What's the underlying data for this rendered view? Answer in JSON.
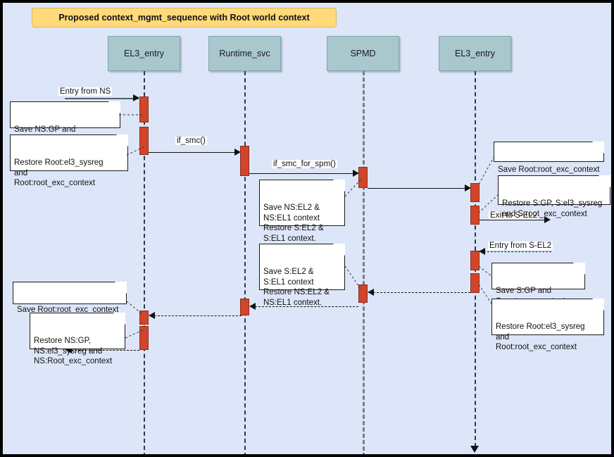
{
  "title": "Proposed context_mgmt_sequence with Root world context",
  "participants": [
    {
      "name": "EL3_entry",
      "key": "el3-entry-left"
    },
    {
      "name": "Runtime_svc",
      "key": "runtime-svc"
    },
    {
      "name": "SPMD",
      "key": "spmd"
    },
    {
      "name": "EL3_entry",
      "key": "el3-entry-right"
    }
  ],
  "messages": [
    {
      "label": "Entry from NS"
    },
    {
      "label": "if_smc()"
    },
    {
      "label": "if_smc_for_spm()"
    },
    {
      "label": "Exit to S-EL2"
    },
    {
      "label": "Entry from S-EL2"
    }
  ],
  "notes": [
    {
      "id": "note-save-ns-gp",
      "text": "Save NS:GP and\nNS:Root_exc_context"
    },
    {
      "id": "note-restore-root-el3sysreg",
      "text": "Restore Root:el3_sysreg\nand\nRoot:root_exc_context"
    },
    {
      "id": "note-save-ns-el2",
      "text": "Save NS:EL2 &\nNS:EL1 context\nRestore S:EL2 &\nS:EL1 context."
    },
    {
      "id": "note-save-root-exc-right",
      "text": "Save Root:root_exc_context"
    },
    {
      "id": "note-restore-s-gp",
      "text": "Restore S:GP, S:el3_sysreg\nand S:root_exc_context"
    },
    {
      "id": "note-save-s-el2",
      "text": "Save S:EL2 &\nS:EL1 context\nRestore NS:EL2 &\nNS:EL1 context."
    },
    {
      "id": "note-save-s-gp",
      "text": "Save S:GP and\nS:root_exc_context"
    },
    {
      "id": "note-restore-root-el3sysreg-2",
      "text": "Restore Root:el3_sysreg\nand\nRoot:root_exc_context"
    },
    {
      "id": "note-save-root-exc-left",
      "text": "Save Root:root_exc_context"
    },
    {
      "id": "note-restore-ns-gp",
      "text": "Restore NS:GP,\nNS:el3_sysreg and\nNS:Root_exc_context"
    }
  ],
  "colors": {
    "background": "#dde6f8",
    "title_banner": "#ffd97a",
    "participant_box": "#a8c8ce",
    "activation_bar": "#d1452a",
    "lifeline": "#2b3a55",
    "note_background": "#ffffff"
  }
}
